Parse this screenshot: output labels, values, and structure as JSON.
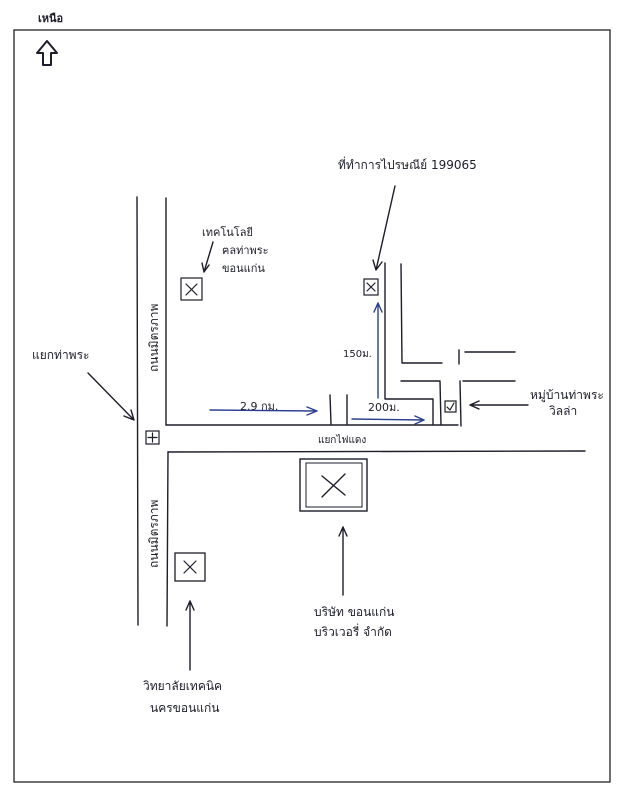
{
  "header": {
    "north_label": "เหนือ",
    "north_icon": "up-arrow-outline-icon"
  },
  "roads": {
    "mittraphap_upper": "ถนนมิตรภาพ",
    "mittraphap_lower": "ถนนมิตรภาพ",
    "cross_road": "แยกไฟแดง"
  },
  "labels": {
    "tha_phra_junction": "แยกท่าพระ",
    "technical_college": [
      "เทคโนโลยี",
      "ฅลท่าพระ",
      "ขอนแก่น"
    ],
    "post_office": "ที่ทำการไปรษณีย์ 199065",
    "village": [
      "หมู่บ้านท่าพระ",
      "วิลล่า"
    ],
    "company": [
      "บริษัท ขอนแก่น",
      "บริวเวอรี่ จำกัด"
    ],
    "vocational_college": [
      "วิทยาลัยเทคนิค",
      "นครขอนแก่น"
    ]
  },
  "distances": {
    "main_km": "2.9 กม.",
    "short_m": "200ม.",
    "vertical_m": "150ม."
  },
  "icons": {
    "landmark_marker": "x-box-icon",
    "junction_marker": "boxed-cross-icon",
    "village_marker": "check-box-icon"
  },
  "colors": {
    "ink": "#1d1d2b",
    "blue_ink": "#2a3f8f"
  }
}
